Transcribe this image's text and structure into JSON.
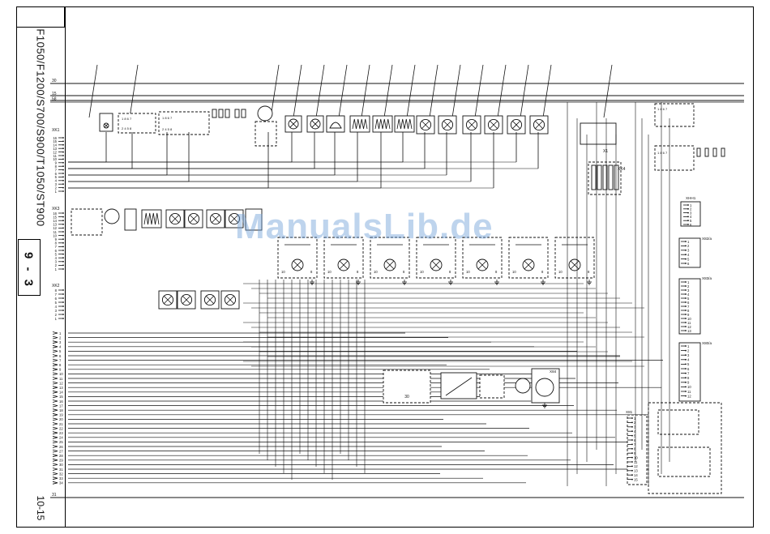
{
  "sidebar": {
    "models": "F1050/F1200/S700/S900/T1050/ST900",
    "page_number": "9 - 3",
    "date_code": "10-15"
  },
  "watermark": "ManualsLib.de",
  "bus_labels": [
    "30",
    "15",
    "58",
    "31"
  ],
  "connectors": [
    "XK1",
    "XK3",
    "XK2",
    "XK4",
    "X1",
    "XHH1",
    "X82/a",
    "X83/a",
    "X80/a",
    "X81",
    "X84"
  ],
  "xk1_pins": [
    "16",
    "15",
    "14",
    "13",
    "12",
    "11",
    "10",
    "9",
    "8",
    "7",
    "6",
    "5",
    "4",
    "3",
    "2",
    "1"
  ],
  "xk3_pins": [
    "16",
    "15",
    "14",
    "13",
    "12",
    "11",
    "10",
    "9",
    "8",
    "7",
    "6",
    "5",
    "4",
    "3",
    "2",
    "1"
  ],
  "xk2_pins": [
    "8",
    "7",
    "6",
    "5",
    "4",
    "3",
    "2",
    "1"
  ],
  "harness_pins": [
    "1",
    "2",
    "3",
    "4",
    "5",
    "6",
    "7",
    "8",
    "9",
    "10",
    "11",
    "12",
    "13",
    "14",
    "15",
    "16",
    "17",
    "18",
    "19",
    "20",
    "21",
    "22",
    "23",
    "24",
    "25",
    "26",
    "27",
    "28",
    "29",
    "30",
    "31",
    "32",
    "33",
    "34"
  ],
  "xhh1_pins": [
    "1",
    "2",
    "3",
    "4",
    "5",
    "6"
  ],
  "x82_pins": [
    "1",
    "2",
    "3",
    "4",
    "5",
    "6"
  ],
  "x83_pins": [
    "1",
    "2",
    "3",
    "4",
    "5",
    "6",
    "7",
    "8",
    "9",
    "10",
    "11",
    "12",
    "13"
  ],
  "x80_pins": [
    "1",
    "2",
    "3",
    "4",
    "5",
    "6",
    "7",
    "8",
    "9",
    "10",
    "11",
    "12"
  ],
  "x81_pins": [
    "1",
    "2",
    "3",
    "4",
    "5",
    "6",
    "7",
    "8",
    "9",
    "10",
    "11",
    "12",
    "13",
    "14",
    "15"
  ],
  "component_labels": {
    "switch_pin": "10",
    "ground_pin": "8",
    "relay_bus": "30",
    "fuse_block": "X1"
  }
}
